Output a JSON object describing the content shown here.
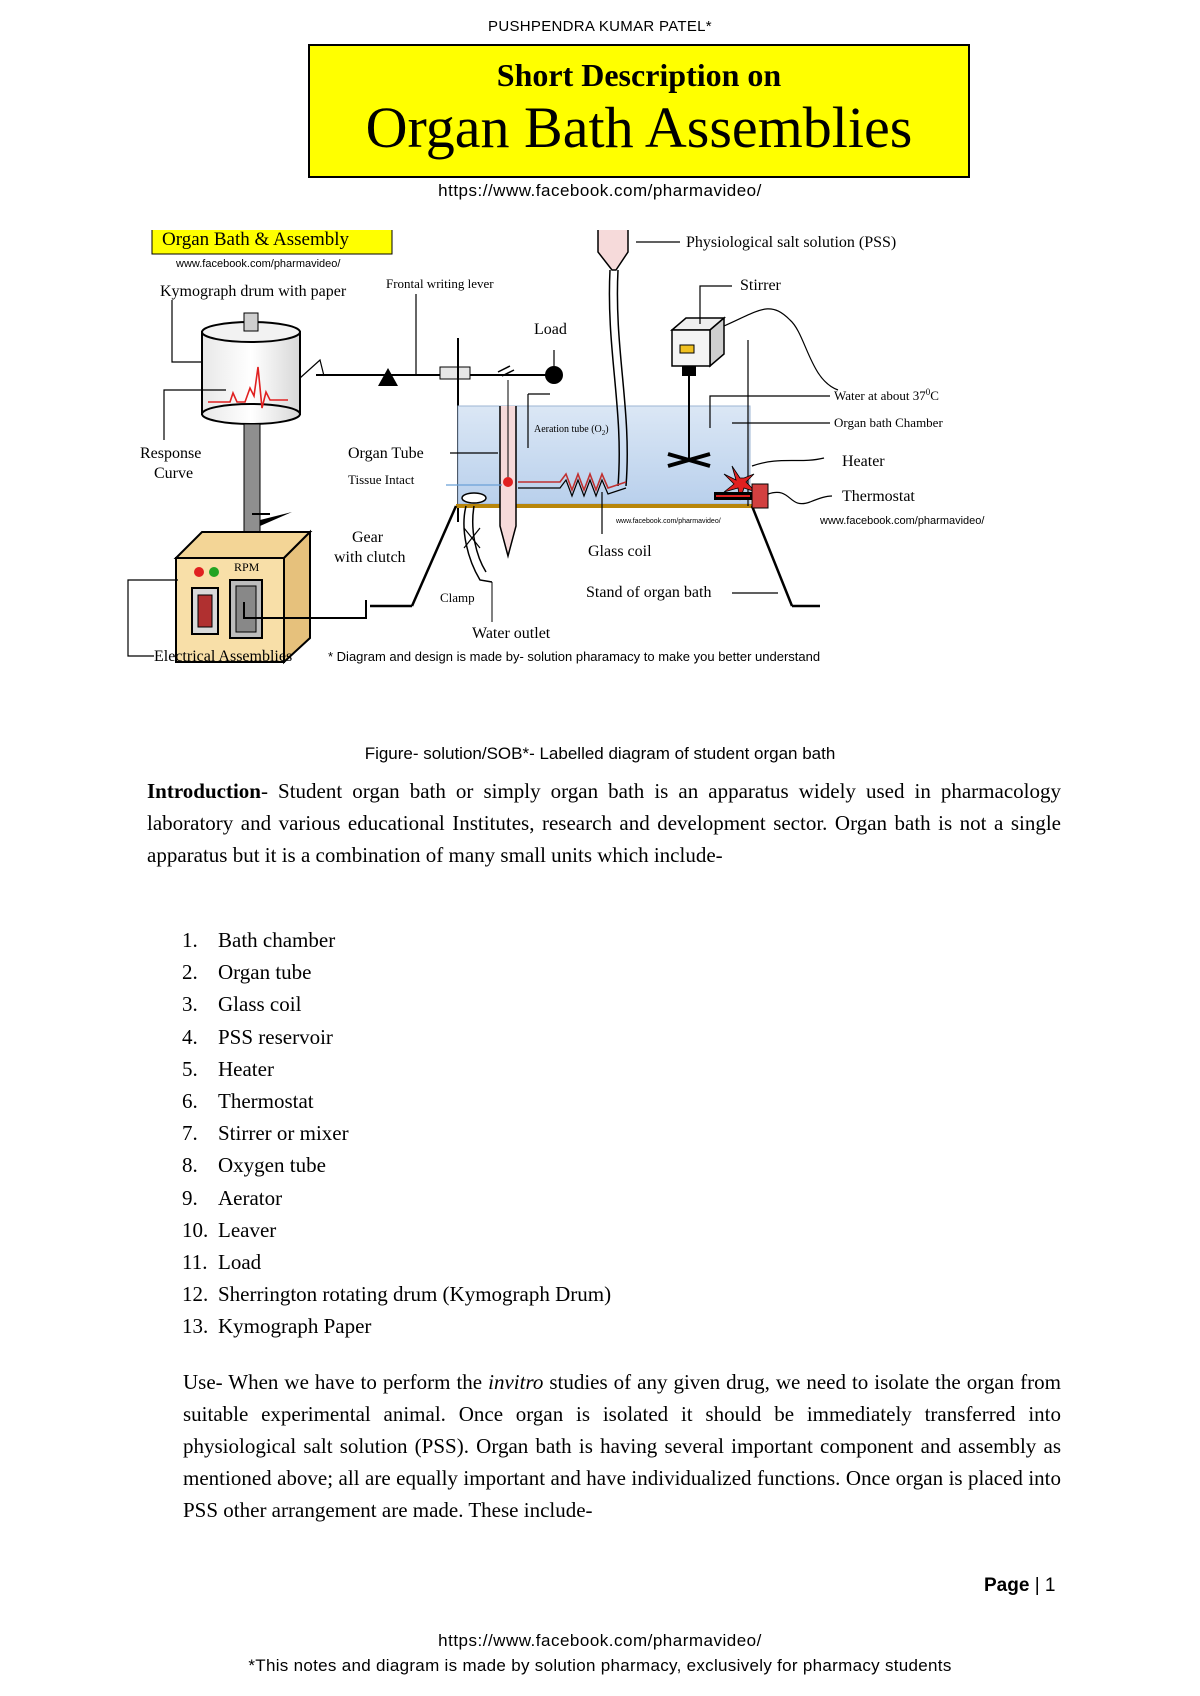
{
  "header": {
    "author": "PUSHPENDRA KUMAR PATEL*",
    "title_small": "Short Description on",
    "title_large": "Organ Bath Assemblies",
    "url": "https://www.facebook.com/pharmavideo/"
  },
  "diagram": {
    "banner": "Organ Bath & Assembly",
    "banner_url": "www.facebook.com/pharmavideo/",
    "labels": {
      "kymograph": "Kymograph drum with paper",
      "frontal_lever": "Frontal writing lever",
      "load": "Load",
      "pss": "Physiological salt solution (PSS)",
      "stirrer": "Stirrer",
      "water_temp": "Water at about 37",
      "water_temp_sup": "0",
      "water_temp_unit": "C",
      "organ_bath_chamber": "Organ bath Chamber",
      "response_1": "Response",
      "response_2": "Curve",
      "organ_tube": "Organ Tube",
      "tissue_intact": "Tissue Intact",
      "aeration_tube": "Aeration tube (O",
      "aeration_sub": "2",
      "aeration_close": ")",
      "heater": "Heater",
      "thermostat": "Thermostat",
      "right_url": "www.facebook.com/pharmavideo/",
      "small_url": "www.facebook.com/pharmavideo/",
      "rpm": "RPM",
      "gear_1": "Gear",
      "gear_2": "with clutch",
      "glass_coil": "Glass coil",
      "clamp": "Clamp",
      "stand": "Stand of organ bath",
      "water_outlet": "Water outlet",
      "electrical": "Electrical Assemblies",
      "credit": "* Diagram and design is made by- solution pharamacy to make you better understand"
    }
  },
  "figure_caption": "Figure- solution/SOB*- Labelled diagram of student organ bath",
  "intro": {
    "lead": "Introduction",
    "text": "- Student organ bath or simply organ bath is an apparatus widely used in pharmacology laboratory and various educational Institutes, research and development sector. Organ bath is not a single apparatus but it is a combination of many small units which include-"
  },
  "components": [
    {
      "n": "1.",
      "label": "Bath chamber"
    },
    {
      "n": "2.",
      "label": "Organ tube"
    },
    {
      "n": "3.",
      "label": "Glass coil"
    },
    {
      "n": "4.",
      "label": "PSS reservoir"
    },
    {
      "n": "5.",
      "label": "Heater"
    },
    {
      "n": "6.",
      "label": "Thermostat"
    },
    {
      "n": "7.",
      "label": "Stirrer or mixer"
    },
    {
      "n": "8.",
      "label": "Oxygen tube"
    },
    {
      "n": "9.",
      "label": "Aerator"
    },
    {
      "n": "10.",
      "label": "Leaver"
    },
    {
      "n": "11.",
      "label": "Load"
    },
    {
      "n": "12.",
      "label": "Sherrington rotating drum (Kymograph Drum)"
    },
    {
      "n": "13.",
      "label": "Kymograph Paper"
    }
  ],
  "use": {
    "part1": "Use- When we have to perform the ",
    "italic": "invitro",
    "part2": " studies of any given drug, we need to isolate the organ from suitable experimental animal. Once organ is isolated it should be immediately transferred into physiological salt solution (PSS). Organ bath is having several important component and assembly as mentioned above; all are equally important and have individualized functions. Once organ is placed into PSS other arrangement are made. These include-"
  },
  "page": {
    "label": "Page",
    "sep": " | ",
    "number": "1"
  },
  "footer": {
    "url": "https://www.facebook.com/pharmavideo/",
    "note": "*This notes and diagram is made by solution pharmacy, exclusively for pharmacy students"
  },
  "colors": {
    "title_bg": "#ffff00",
    "water": "#c9dcf1",
    "box": "#f8dfa8",
    "red": "#e02020"
  }
}
